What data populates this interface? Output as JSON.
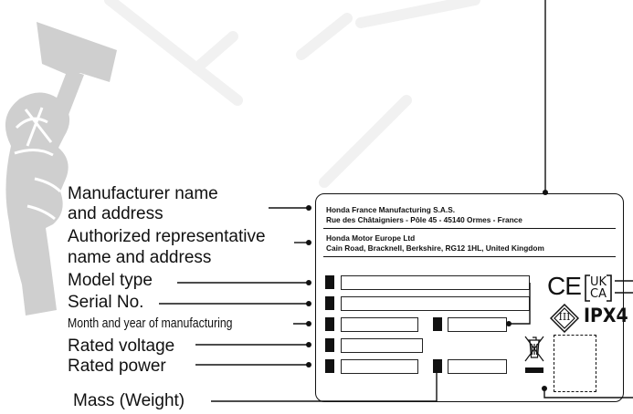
{
  "labels": {
    "manufacturer_line1": "Manufacturer name",
    "manufacturer_line2": "and address",
    "representative_line1": "Authorized representative",
    "representative_line2": "name and address",
    "model_type": "Model type",
    "serial_no": "Serial No.",
    "month_year": "Month and year of manufacturing",
    "rated_voltage": "Rated voltage",
    "rated_power": "Rated power",
    "mass": "Mass (Weight)"
  },
  "plate": {
    "manufacturer_name": "Honda France Manufacturing S.A.S.",
    "manufacturer_address": "Rue des Châtaigniers - Pôle 45 - 45140 Ormes - France",
    "representative_name": "Honda Motor Europe Ltd",
    "representative_address": "Cain Road, Bracknell, Berkshire, RG12 1HL, United Kingdom",
    "ce_mark": "CE",
    "ukca_top": "UK",
    "ukca_bottom": "CA",
    "protection_class": "III",
    "ip_rating": "IPX4"
  },
  "icons": [
    "hammer-icon",
    "ce-mark-icon",
    "ukca-mark-icon",
    "class-iii-icon",
    "weee-bin-icon"
  ],
  "colors": {
    "ink": "#111111",
    "hammer": "#cfcfcf",
    "watermark": "#f2f2f2"
  }
}
